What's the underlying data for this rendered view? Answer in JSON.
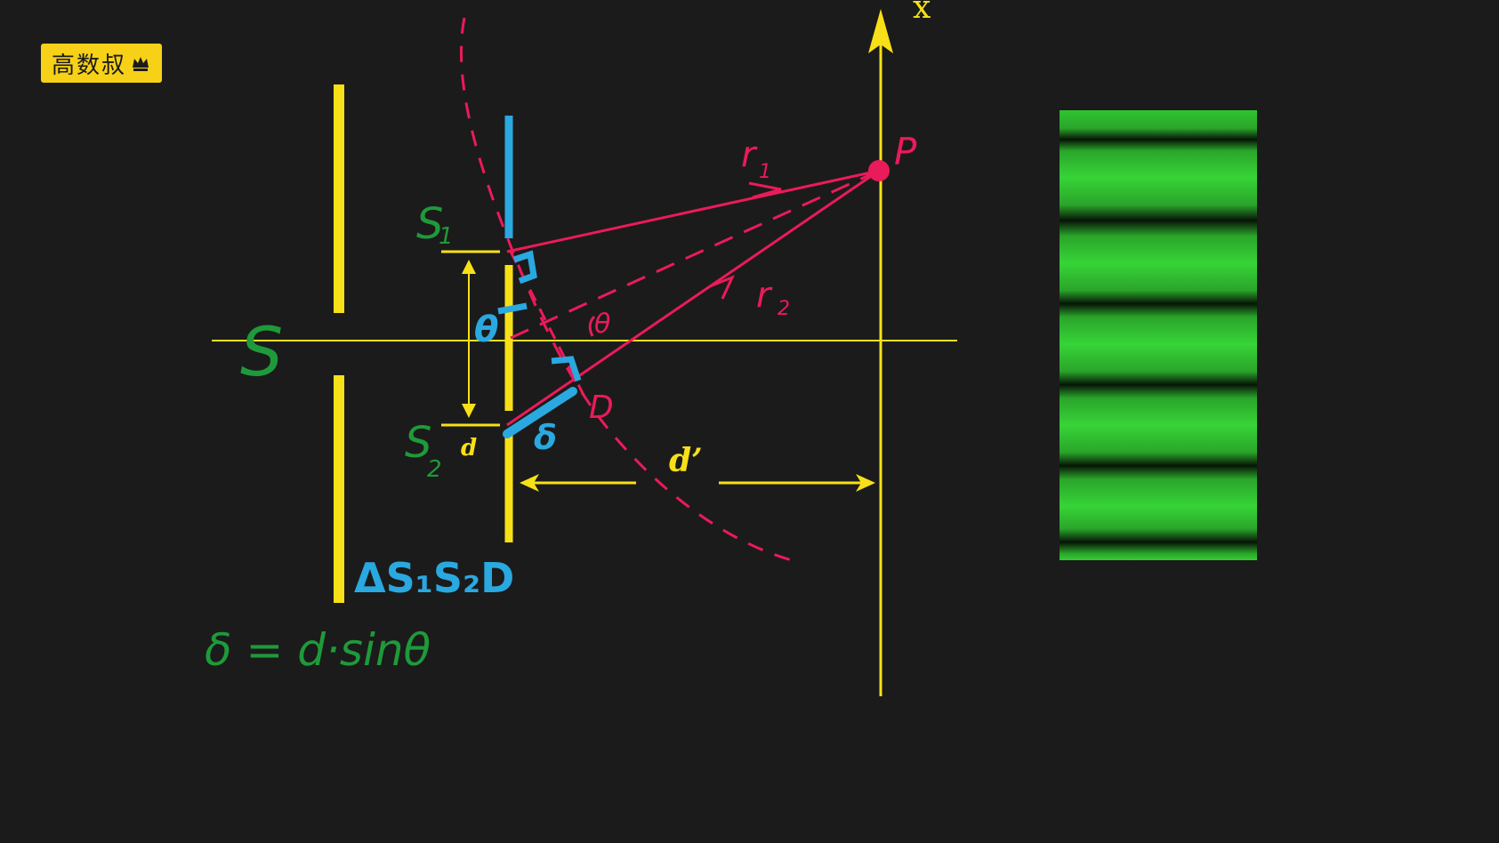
{
  "logo": {
    "text": "高数叔",
    "crown_icon": "crown-icon"
  },
  "colors": {
    "background": "#1b1b1b",
    "yellow": "#f7e017",
    "pink": "#ea1b5a",
    "blue": "#2aa8e0",
    "green": "#1e9a3a",
    "fringe_bright": "#34cc34",
    "fringe_dark": "#0a1a0a",
    "logo_bg": "#f7d117"
  },
  "labels": {
    "axis_x": "x",
    "source": "S",
    "slit1": "S",
    "slit1_sub": "1",
    "slit2": "S",
    "slit2_sub": "2",
    "slit_distance": "d",
    "screen_distance": "d’",
    "point": "P",
    "r1": "r",
    "r1_sub": "1",
    "r2": "r",
    "r2_sub": "2",
    "theta_center": "θ",
    "theta_left": "θ",
    "foot_point": "D",
    "delta": "δ",
    "triangle": "ΔS₁S₂D",
    "formula": "δ = d·sinθ"
  },
  "fringes": {
    "count_dark": 6
  }
}
